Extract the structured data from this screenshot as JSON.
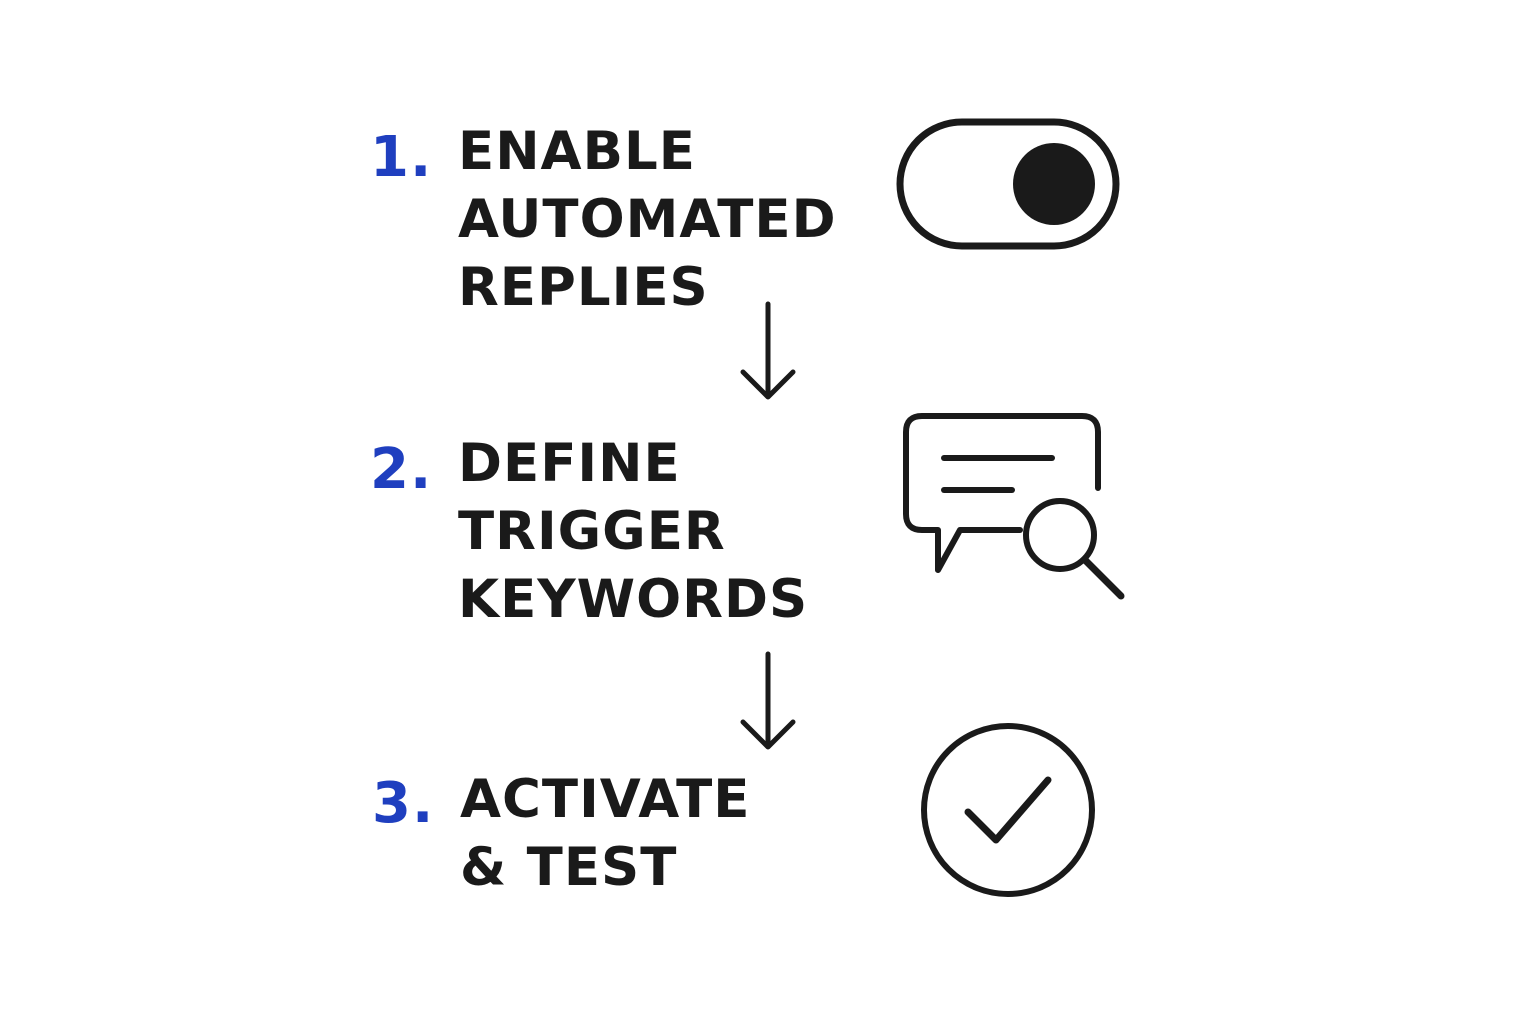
{
  "colors": {
    "accent": "#1f3fbf",
    "text": "#1a1a1a",
    "background": "#ffffff"
  },
  "steps": [
    {
      "number": "1.",
      "lines": [
        "ENABLE",
        "AUTOMATED",
        "REPLIES"
      ],
      "icon": "toggle-on-icon"
    },
    {
      "number": "2.",
      "lines": [
        "DEFINE",
        "TRIGGER",
        "KEYWORDS"
      ],
      "icon": "chat-search-icon"
    },
    {
      "number": "3.",
      "lines": [
        "ACTIVATE",
        "& TEST"
      ],
      "icon": "check-circle-icon"
    }
  ],
  "connectors": [
    "arrow-down-icon",
    "arrow-down-icon"
  ]
}
